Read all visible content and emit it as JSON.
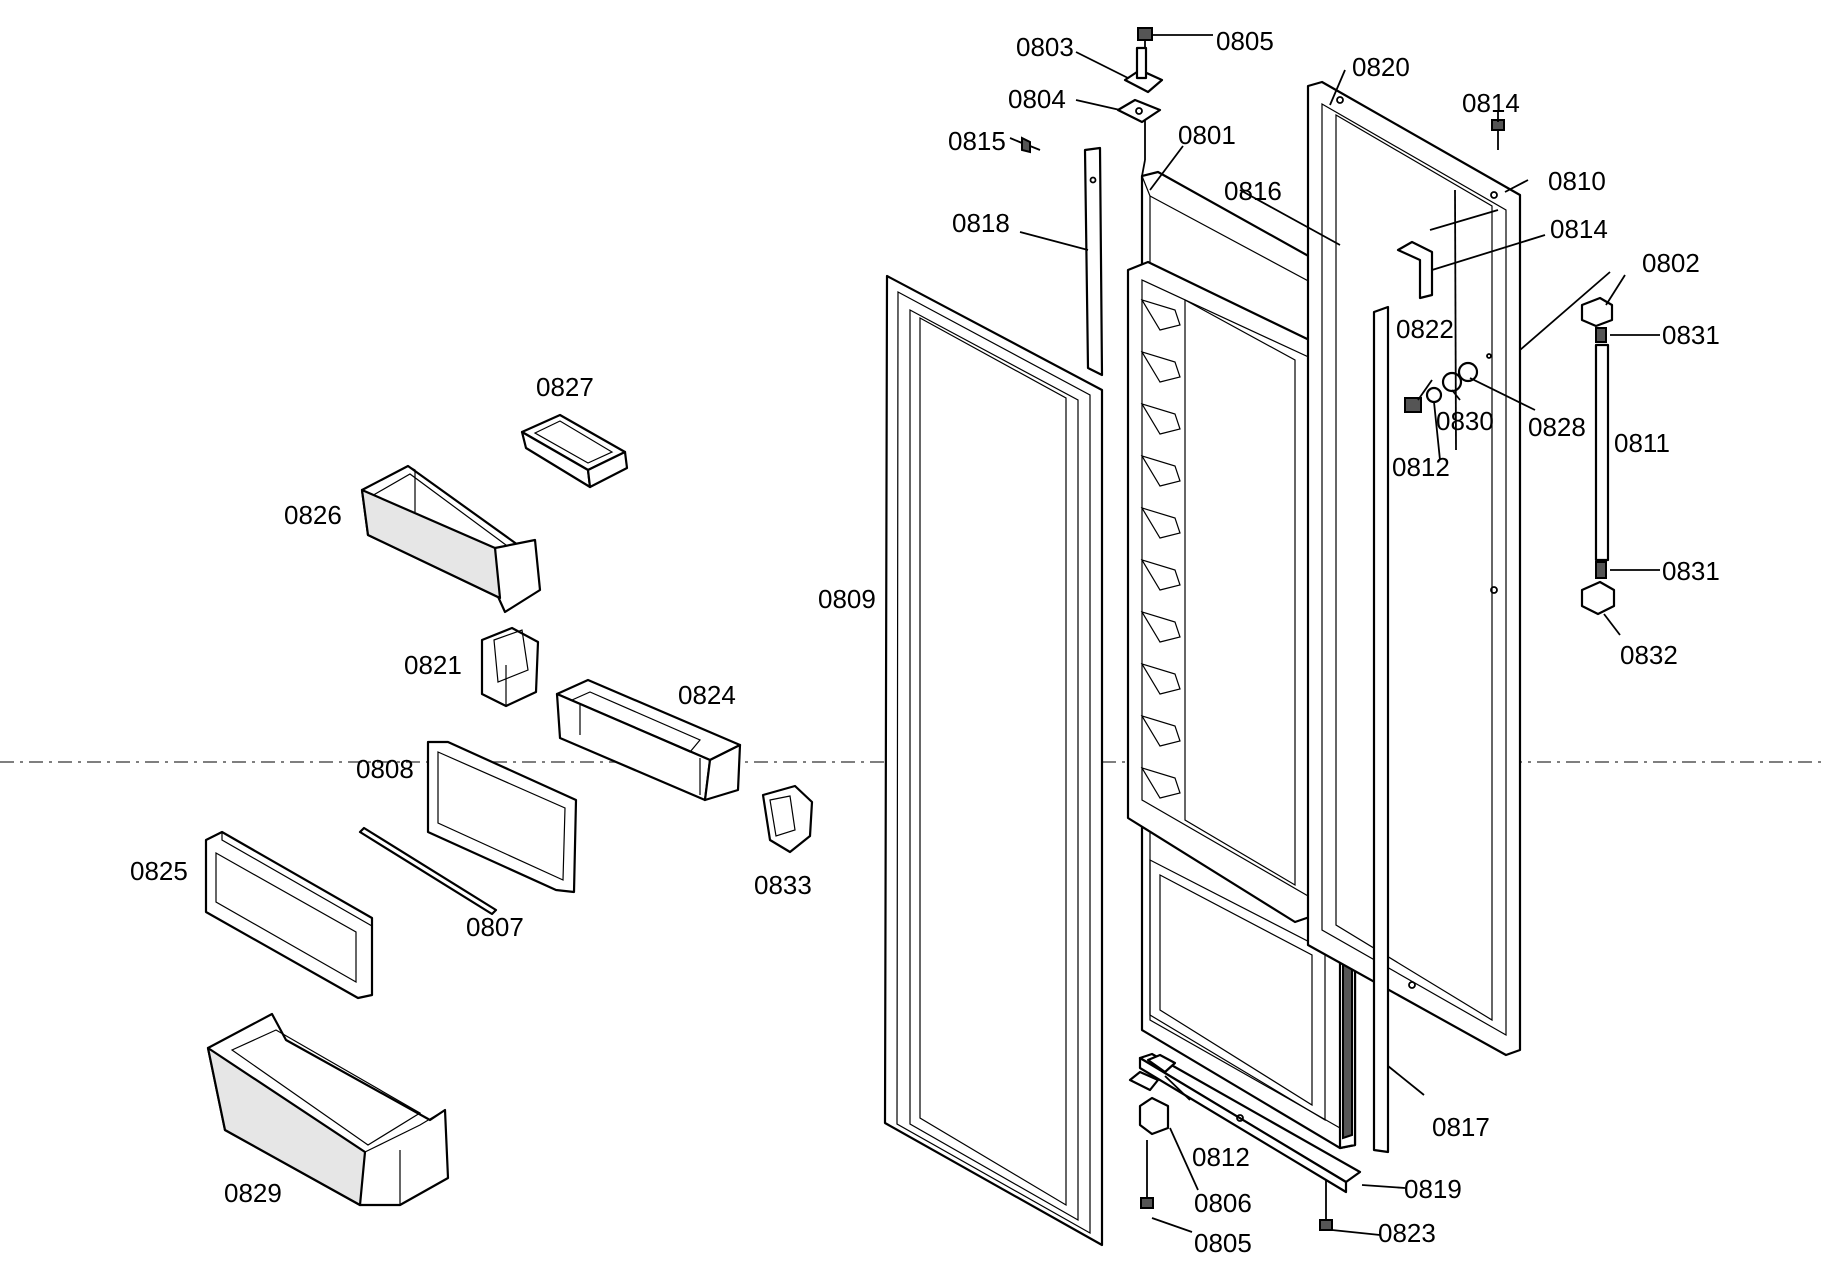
{
  "labels": {
    "p0801": "0801",
    "p0802": "0802",
    "p0803": "0803",
    "p0804": "0804",
    "p0805_top": "0805",
    "p0805_bottom": "0805",
    "p0806": "0806",
    "p0807": "0807",
    "p0808": "0808",
    "p0809": "0809",
    "p0810": "0810",
    "p0811": "0811",
    "p0812_upper": "0812",
    "p0812_lower": "0812",
    "p0814_top": "0814",
    "p0814_mid": "0814",
    "p0815": "0815",
    "p0816": "0816",
    "p0817": "0817",
    "p0818": "0818",
    "p0819": "0819",
    "p0820": "0820",
    "p0821": "0821",
    "p0822": "0822",
    "p0823": "0823",
    "p0824": "0824",
    "p0825": "0825",
    "p0826": "0826",
    "p0827": "0827",
    "p0828": "0828",
    "p0829": "0829",
    "p0830": "0830",
    "p0831_top": "0831",
    "p0831_bottom": "0831",
    "p0832": "0832",
    "p0833": "0833"
  }
}
